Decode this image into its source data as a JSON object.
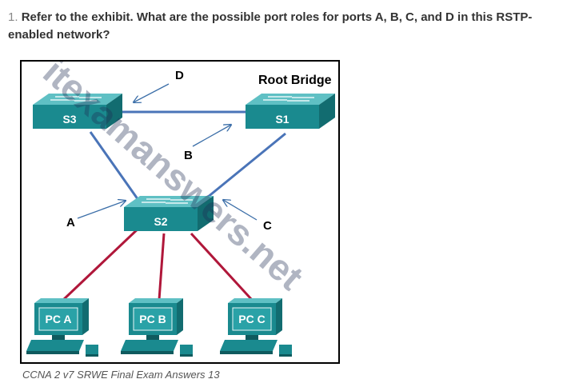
{
  "question": {
    "number": "1.",
    "text": "Refer to the exhibit. What are the possible port roles for ports A, B, C, and D in this RSTP-enabled network?"
  },
  "exhibit": {
    "root_label": "Root Bridge",
    "switches": {
      "s1": "S1",
      "s2": "S2",
      "s3": "S3"
    },
    "ports": {
      "a": "A",
      "b": "B",
      "c": "C",
      "d": "D"
    },
    "pcs": {
      "a": "PC A",
      "b": "PC B",
      "c": "PC C"
    },
    "watermark": "itexamanswers.net",
    "colors": {
      "switch": "#1a8a8f",
      "trunk_link": "#4a74b8",
      "access_link": "#b0173a"
    }
  },
  "caption": "CCNA 2 v7 SRWE Final Exam Answers 13"
}
